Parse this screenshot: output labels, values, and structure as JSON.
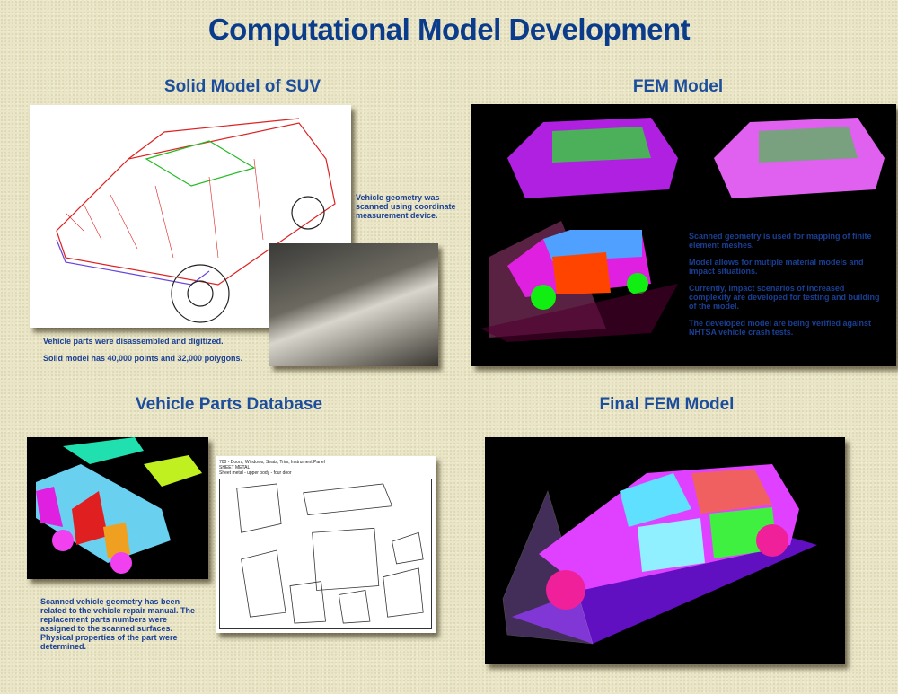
{
  "title": "Computational Model Development",
  "sections": {
    "solid": {
      "heading": "Solid Model of SUV",
      "side_caption": "Vehicle geometry was scanned using coordinate measurement device.",
      "captions": [
        "Vehicle parts were disassembled and digitized.",
        "Solid model has 40,000 points and 32,000 polygons."
      ]
    },
    "fem": {
      "heading": "FEM Model",
      "captions": [
        "Scanned geometry is used for mapping of finite element meshes.",
        "Model allows for mutiple material models and impact situations.",
        "Currently, impact scenarios of increased complexity are developed for testing and building of the model.",
        "The developed model are being verified against NHTSA vehicle crash tests."
      ]
    },
    "parts": {
      "heading": "Vehicle Parts Database",
      "caption": "Scanned vehicle geometry has been related to the vehicle repair manual. The replacement parts numbers were assigned to the scanned surfaces. Physical properties of the part were determined.",
      "manual": {
        "line1": "700 - Doors, Windows, Seats, Trim, Instrument Panel",
        "line2": "SHEET METAL",
        "line3": "Sheet metal - upper body - four door"
      }
    },
    "final": {
      "heading": "Final FEM Model"
    }
  }
}
